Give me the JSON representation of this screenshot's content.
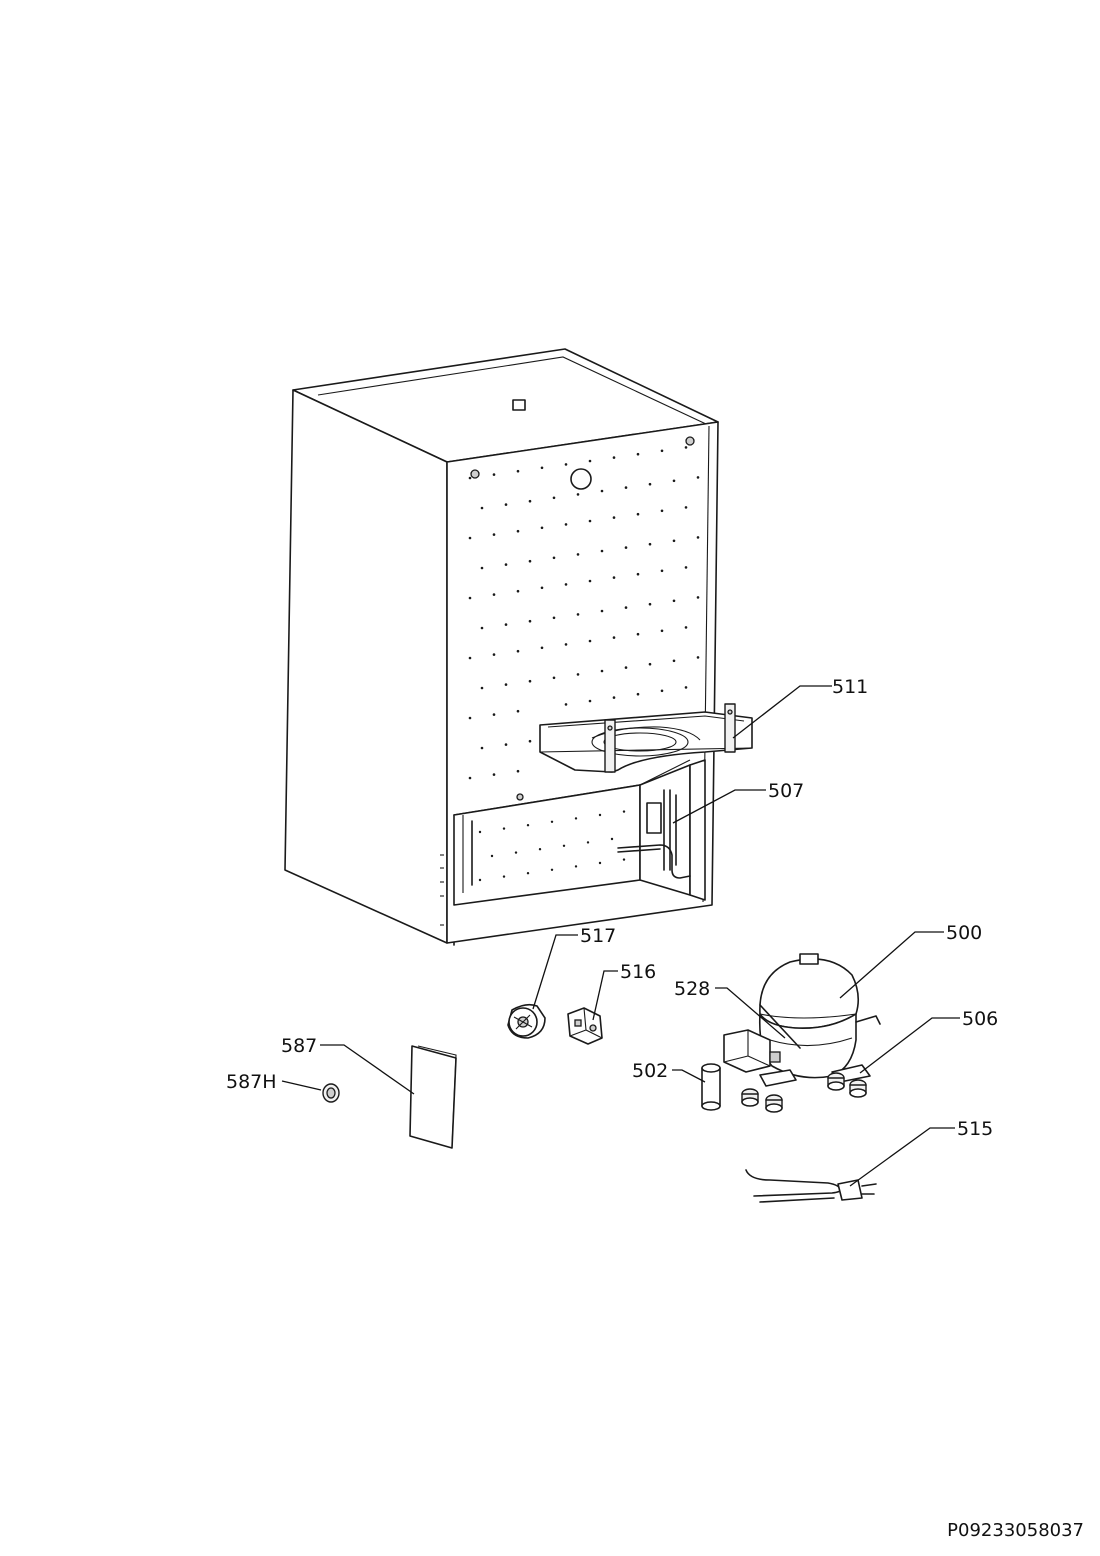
{
  "callouts": [
    {
      "id": "511",
      "label": "511"
    },
    {
      "id": "507",
      "label": "507"
    },
    {
      "id": "517",
      "label": "517"
    },
    {
      "id": "516",
      "label": "516"
    },
    {
      "id": "500",
      "label": "500"
    },
    {
      "id": "528",
      "label": "528"
    },
    {
      "id": "506",
      "label": "506"
    },
    {
      "id": "587",
      "label": "587"
    },
    {
      "id": "587H",
      "label": "587H"
    },
    {
      "id": "502",
      "label": "502"
    },
    {
      "id": "515",
      "label": "515"
    }
  ],
  "document_code": "P09233058037"
}
